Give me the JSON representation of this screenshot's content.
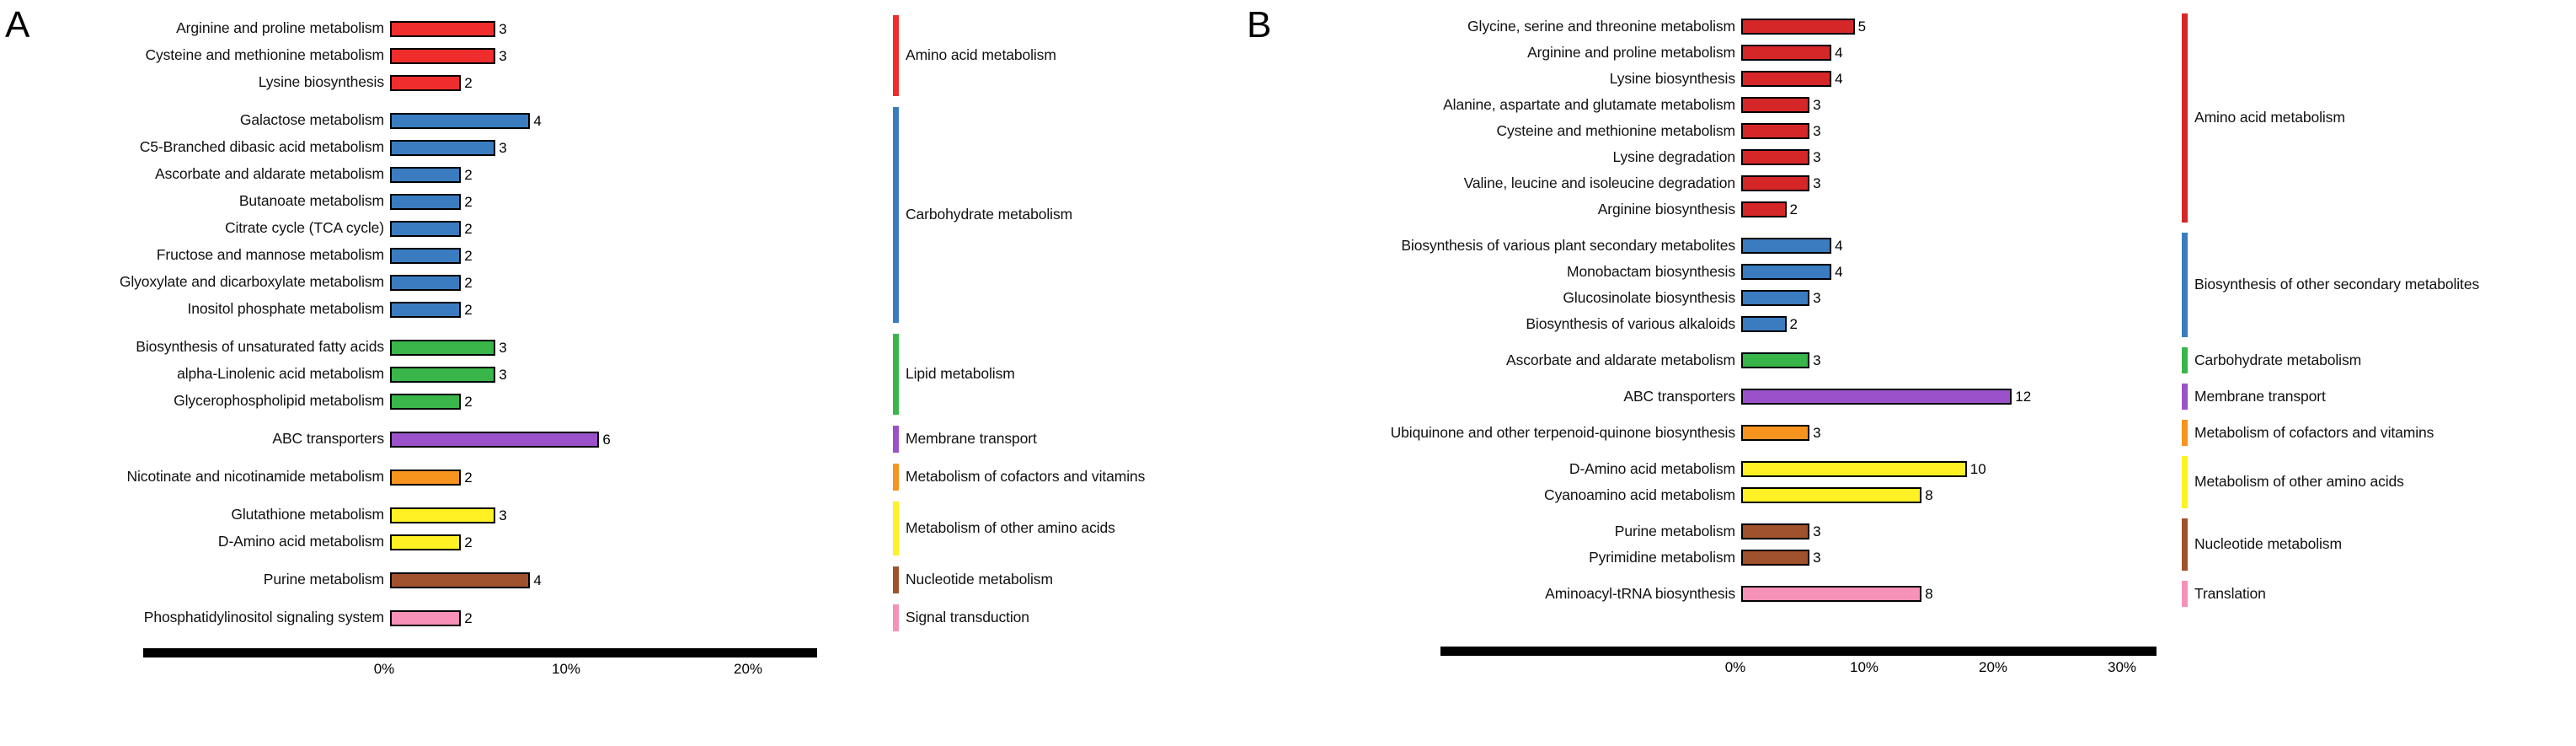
{
  "figure": {
    "panels": [
      {
        "letter": "A",
        "chart_data": {
          "type": "bar",
          "title": "",
          "xlabel": "",
          "ylabel": "",
          "orientation": "horizontal",
          "xlim": [
            0,
            22.5
          ],
          "xticks": [
            0,
            10,
            20
          ],
          "xtick_labels": [
            "0%",
            "10%",
            "20%"
          ],
          "grid": false,
          "legend_position": "right",
          "value_unit": "gene count",
          "bar_unit": "percent",
          "categories": [
            "Arginine and proline metabolism",
            "Cysteine and methionine metabolism",
            "Lysine biosynthesis",
            "Galactose metabolism",
            "C5-Branched dibasic acid metabolism",
            "Ascorbate and aldarate metabolism",
            "Butanoate metabolism",
            "Citrate cycle (TCA cycle)",
            "Fructose and mannose metabolism",
            "Glyoxylate and dicarboxylate metabolism",
            "Inositol phosphate metabolism",
            "Biosynthesis of unsaturated fatty acids",
            "alpha-Linolenic acid metabolism",
            "Glycerophospholipid metabolism",
            "ABC transporters",
            "Nicotinate and nicotinamide metabolism",
            "Glutathione metabolism",
            "D-Amino acid metabolism",
            "Purine metabolism",
            "Phosphatidylinositol signaling system"
          ],
          "percents": [
            5.8,
            5.8,
            3.9,
            7.7,
            5.8,
            3.9,
            3.9,
            3.9,
            3.9,
            3.9,
            3.9,
            5.8,
            5.8,
            3.9,
            11.5,
            3.9,
            5.8,
            3.9,
            7.7,
            3.9
          ],
          "values": [
            3,
            3,
            2,
            4,
            3,
            2,
            2,
            2,
            2,
            2,
            2,
            3,
            3,
            2,
            6,
            2,
            3,
            2,
            4,
            2
          ],
          "group_of_bar": [
            0,
            0,
            0,
            1,
            1,
            1,
            1,
            1,
            1,
            1,
            1,
            2,
            2,
            2,
            3,
            4,
            5,
            5,
            6,
            7
          ],
          "legend": [
            {
              "label": "Amino acid metabolism",
              "color": "#EE2D2C"
            },
            {
              "label": "Carbohydrate metabolism",
              "color": "#3A7CBF"
            },
            {
              "label": "Lipid metabolism",
              "color": "#39B54A"
            },
            {
              "label": "Membrane transport",
              "color": "#9B51C9"
            },
            {
              "label": "Metabolism of cofactors and vitamins",
              "color": "#F7941E"
            },
            {
              "label": "Metabolism of other amino acids",
              "color": "#FFF123"
            },
            {
              "label": "Nucleotide metabolism",
              "color": "#A0522D"
            },
            {
              "label": "Signal transduction",
              "color": "#F791B8"
            }
          ]
        }
      },
      {
        "letter": "B",
        "chart_data": {
          "type": "bar",
          "title": "",
          "xlabel": "",
          "ylabel": "",
          "orientation": "horizontal",
          "xlim": [
            0,
            32
          ],
          "xticks": [
            0,
            10,
            20,
            30
          ],
          "xtick_labels": [
            "0%",
            "10%",
            "20%",
            "30%"
          ],
          "grid": false,
          "legend_position": "right",
          "value_unit": "gene count",
          "bar_unit": "percent",
          "categories": [
            "Glycine, serine and threonine metabolism",
            "Arginine and proline metabolism",
            "Lysine biosynthesis",
            "Alanine, aspartate and glutamate metabolism",
            "Cysteine and methionine metabolism",
            "Lysine degradation",
            "Valine, leucine and isoleucine degradation",
            "Arginine biosynthesis",
            "Biosynthesis of various plant secondary metabolites",
            "Monobactam biosynthesis",
            "Glucosinolate biosynthesis",
            "Biosynthesis of various alkaloids",
            "Ascorbate and aldarate metabolism",
            "ABC transporters",
            "Ubiquinone and other terpenoid-quinone biosynthesis",
            "D-Amino acid metabolism",
            "Cyanoamino acid metabolism",
            "Purine metabolism",
            "Pyrimidine metabolism",
            "Aminoacyl-tRNA biosynthesis"
          ],
          "percents": [
            8.8,
            7.0,
            7.0,
            5.3,
            5.3,
            5.3,
            5.3,
            3.5,
            7.0,
            7.0,
            5.3,
            3.5,
            5.3,
            21.0,
            5.3,
            17.5,
            14.0,
            5.3,
            5.3,
            14.0
          ],
          "values": [
            5,
            4,
            4,
            3,
            3,
            3,
            3,
            2,
            4,
            4,
            3,
            2,
            3,
            12,
            3,
            10,
            8,
            3,
            3,
            8
          ],
          "group_of_bar": [
            0,
            0,
            0,
            0,
            0,
            0,
            0,
            0,
            1,
            1,
            1,
            1,
            2,
            3,
            4,
            5,
            5,
            6,
            6,
            7
          ],
          "legend": [
            {
              "label": "Amino acid metabolism",
              "color": "#D62728"
            },
            {
              "label": "Biosynthesis of other secondary metabolites",
              "color": "#3A7CBF"
            },
            {
              "label": "Carbohydrate metabolism",
              "color": "#39B54A"
            },
            {
              "label": "Membrane transport",
              "color": "#9B51C9"
            },
            {
              "label": "Metabolism of cofactors and vitamins",
              "color": "#F7941E"
            },
            {
              "label": "Metabolism of other amino acids",
              "color": "#FFF123"
            },
            {
              "label": "Nucleotide metabolism",
              "color": "#A0522D"
            },
            {
              "label": "Translation",
              "color": "#F791B8"
            }
          ]
        }
      }
    ]
  }
}
